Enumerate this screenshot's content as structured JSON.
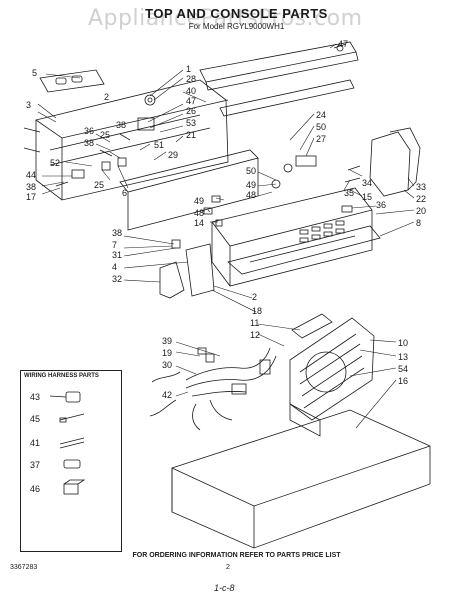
{
  "title": "TOP AND CONSOLE PARTS",
  "subtitle": "For Model RGYL9000WH1",
  "watermark": "AppliancePartsPros.com",
  "callouts": {
    "c5": "5",
    "c1": "1",
    "c28": "28",
    "c40": "40",
    "c47a": "47",
    "c26": "26",
    "c53": "53",
    "c21": "21",
    "c3": "3",
    "c2": "2",
    "c36a": "36",
    "c38a": "38",
    "c38b": "38",
    "c25": "25",
    "c51": "51",
    "c29": "29",
    "c52": "52",
    "c44": "44",
    "c38c": "38",
    "c17": "17",
    "c25b": "25",
    "c6": "6",
    "c47b": "47",
    "c24": "24",
    "c50a": "50",
    "c27": "27",
    "c50b": "50",
    "c49a": "49",
    "c48a": "48",
    "c49b": "49",
    "c48b": "48",
    "c14": "14",
    "c34": "34",
    "c35": "35",
    "c15": "15",
    "c36b": "36",
    "c33": "33",
    "c22": "22",
    "c20": "20",
    "c8": "8",
    "c38d": "38",
    "c7": "7",
    "c31": "31",
    "c4": "4",
    "c32": "32",
    "c2b": "2",
    "c18": "18",
    "c11": "11",
    "c12": "12",
    "c10": "10",
    "c13": "13",
    "c54": "54",
    "c16": "16",
    "c39": "39",
    "c19": "19",
    "c30": "30",
    "c42": "42"
  },
  "legend": {
    "title": "WIRING HARNESS PARTS",
    "items": [
      "43",
      "45",
      "41",
      "37",
      "46"
    ]
  },
  "footer": "FOR ORDERING INFORMATION REFER TO PARTS PRICE LIST",
  "doc_number": "3367283",
  "page_number": "2",
  "handwritten": "1-c-8"
}
